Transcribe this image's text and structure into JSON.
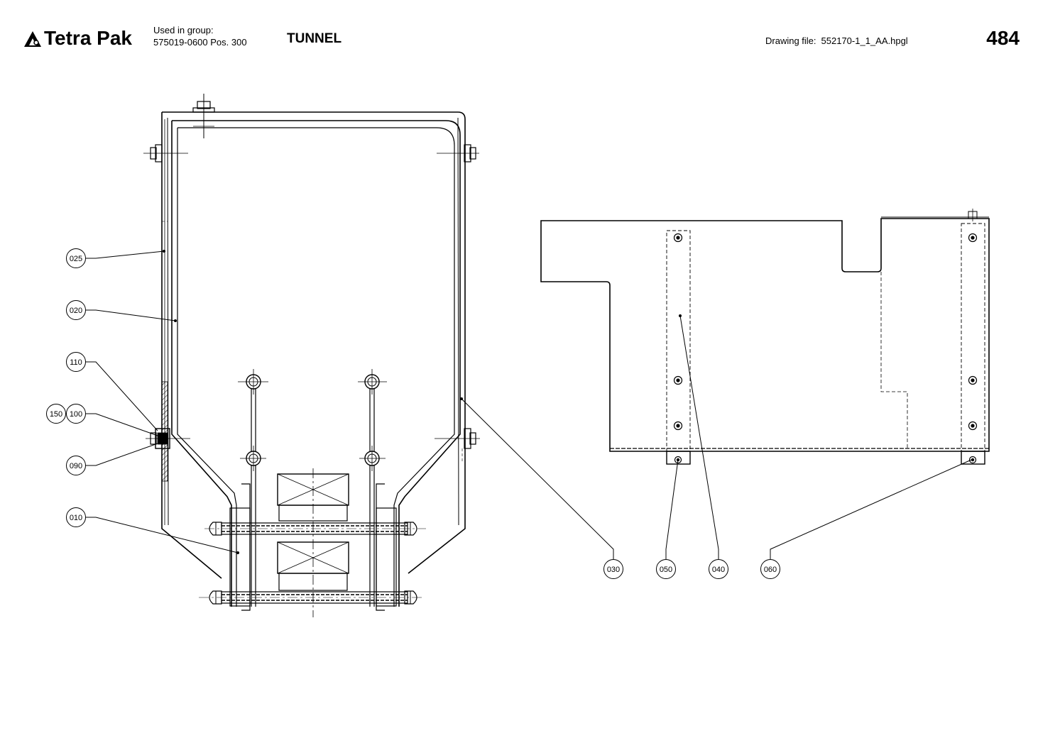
{
  "header": {
    "brand": "Tetra Pak",
    "group_label": "Used in group:",
    "group_value": "575019-0600 Pos. 300",
    "title": "TUNNEL",
    "file_label": "Drawing file:",
    "file_value": "552170-1_1_AA.hpgl",
    "page_number": "484"
  },
  "callouts": {
    "c025": "025",
    "c020": "020",
    "c110": "110",
    "c150": "150",
    "c100": "100",
    "c090": "090",
    "c010": "010",
    "c030": "030",
    "c050": "050",
    "c040": "040",
    "c060": "060"
  },
  "icons": {
    "logo": "tetra-pak-logo-icon"
  }
}
